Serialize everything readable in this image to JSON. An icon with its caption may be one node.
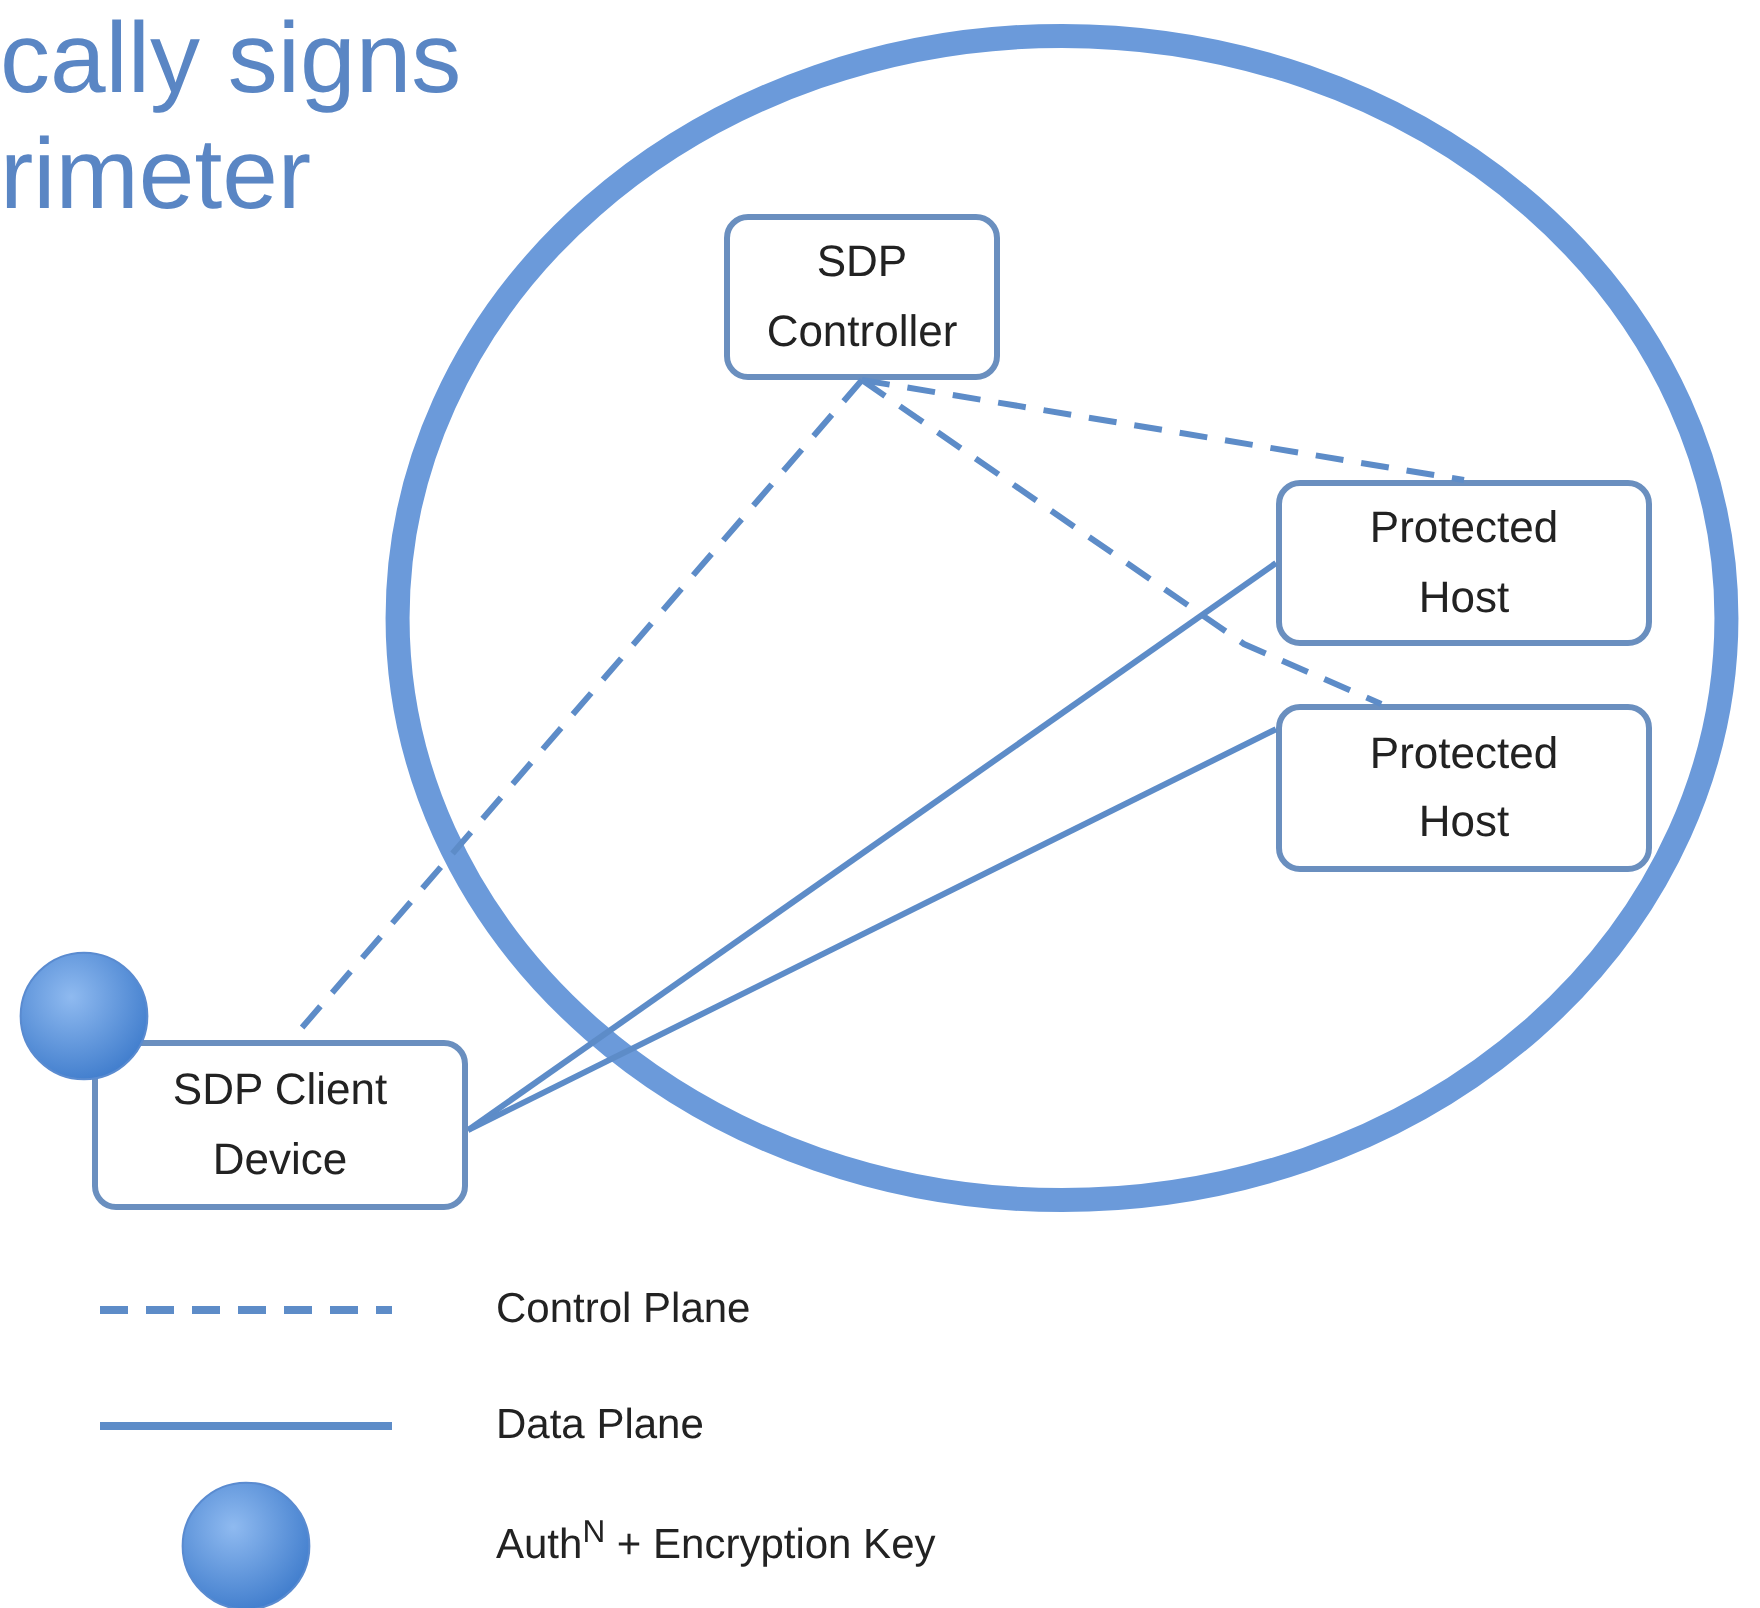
{
  "diagram": {
    "title": "cally signs rimeter",
    "nodes": [
      {
        "text": [],
        "shape": "circle"
      },
      {
        "text": [
          "SDP Controller"
        ],
        "in": 0
      },
      {
        "text": [
          "Protected Host"
        ],
        "in": 0
      },
      {
        "text": [
          "Protected Host"
        ],
        "in": 0
      },
      {
        "text": [
          "SDP Client Device"
        ]
      },
      {
        "text": [],
        "shape": "circle"
      }
    ],
    "edges": [
      {
        "from": 1,
        "to": 4,
        "arrow": "none",
        "style": "dashed"
      },
      {
        "from": 1,
        "to": 2,
        "arrow": "none",
        "style": "dashed"
      },
      {
        "from": 1,
        "to": 3,
        "arrow": "none",
        "style": "dashed"
      },
      {
        "from": 4,
        "to": 2,
        "arrow": "none"
      },
      {
        "from": 4,
        "to": 3,
        "arrow": "none"
      }
    ],
    "legend": [
      {
        "text": "Control Plane"
      },
      {
        "text": "Data Plane"
      },
      {
        "text": "Auth$^{N}$ + Encryption Key"
      }
    ]
  }
}
